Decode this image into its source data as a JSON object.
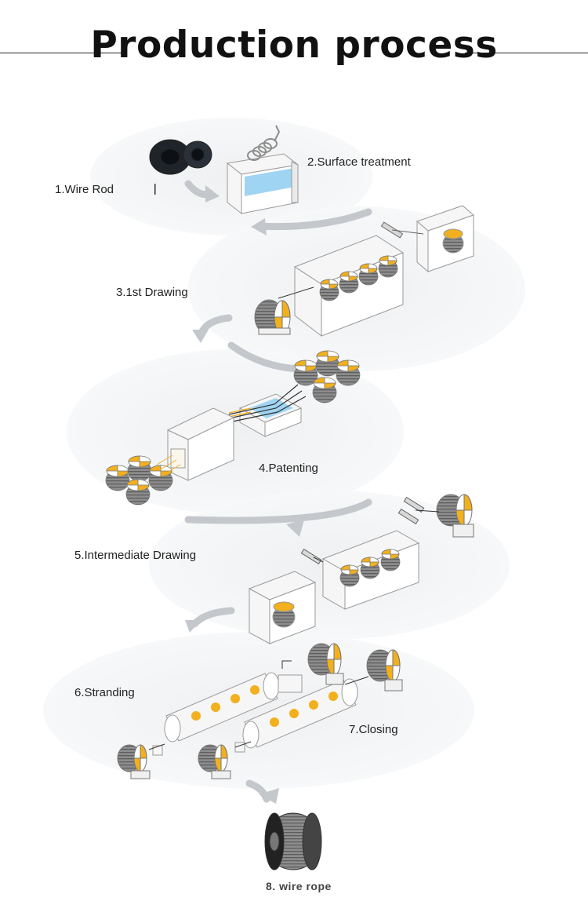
{
  "header": {
    "title": "Production process"
  },
  "steps": [
    {
      "id": "wire-rod",
      "label": "1.Wire Rod"
    },
    {
      "id": "surface-treatment",
      "label": "2.Surface treatment"
    },
    {
      "id": "first-drawing",
      "label": "3.1st Drawing"
    },
    {
      "id": "patenting",
      "label": "4.Patenting"
    },
    {
      "id": "intermediate-drawing",
      "label": "5.Intermediate Drawing"
    },
    {
      "id": "stranding",
      "label": "6.Stranding"
    },
    {
      "id": "closing",
      "label": "7.Closing"
    },
    {
      "id": "wire-rope",
      "label": "8. wire rope"
    }
  ],
  "colors": {
    "accent": "#f2b01e",
    "water": "#9fd4f2",
    "machine": "#f6f6f6",
    "outline": "#9a9a9a",
    "blob": "#f1f3f5",
    "arrow": "#c4c8cc"
  }
}
